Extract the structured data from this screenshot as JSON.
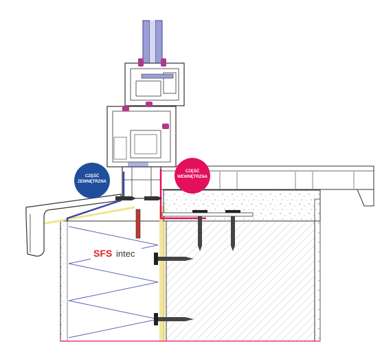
{
  "labels": {
    "outer_line1": "CZĘŚĆ",
    "outer_line2": "ZEWNĘTRZNA",
    "inner_line1": "CZĘŚĆ",
    "inner_line2": "WEWNĘTRZNA"
  },
  "logo": {
    "brand": "SFS",
    "suffix": "intec"
  },
  "colors": {
    "outer_badge": "#1f4e9c",
    "inner_badge": "#e3105a",
    "membrane_outer": "#3b4aa8",
    "membrane_inner": "#e3105a",
    "glass": "#9b9ed6",
    "gasket": "#b0388a",
    "sealant_yellow": "#f2e38a",
    "hatch": "#9a9a9a"
  },
  "icons": [
    "anchor-screw-icon",
    "window-profile-icon"
  ]
}
